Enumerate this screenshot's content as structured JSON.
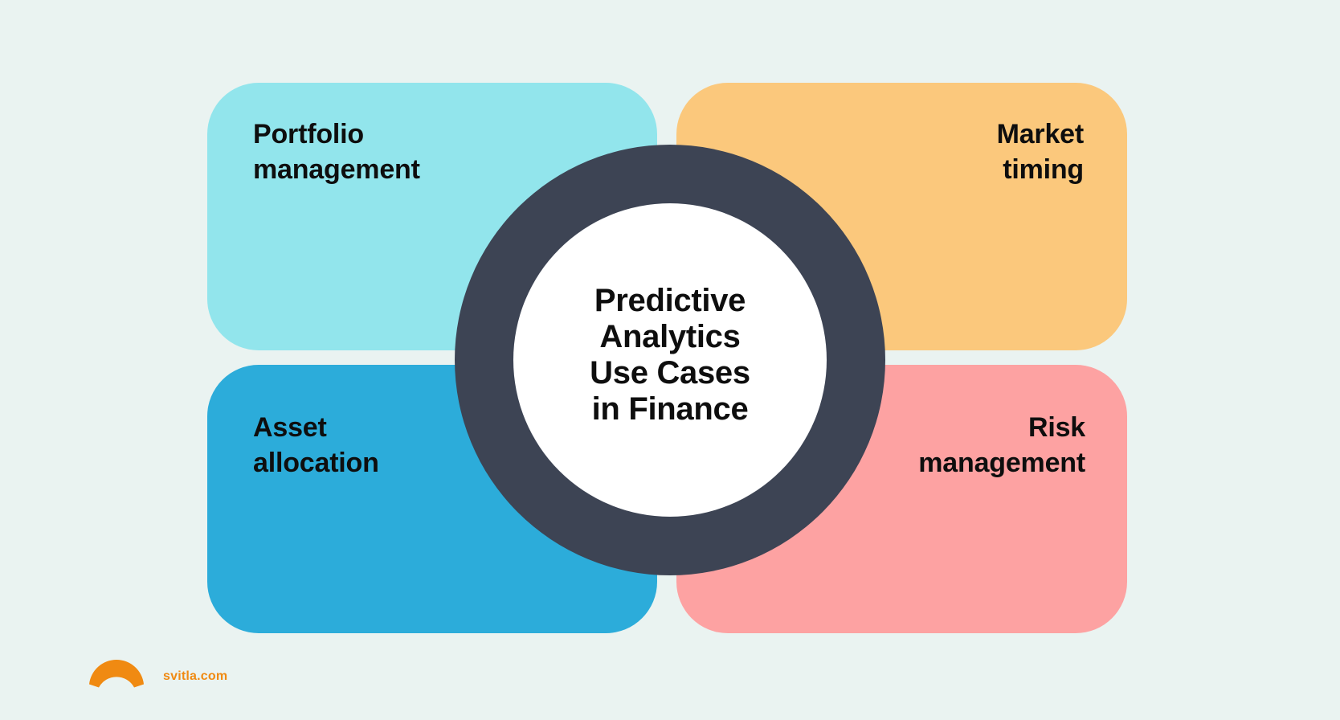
{
  "center": {
    "title": "Predictive\nAnalytics\nUse Cases\nin Finance"
  },
  "quadrants": [
    {
      "label": "Portfolio\nmanagement"
    },
    {
      "label": "Market\ntiming"
    },
    {
      "label": "Asset\nallocation"
    },
    {
      "label": "Risk\nmanagement"
    }
  ],
  "footer": {
    "logo_text": "svitla.com"
  },
  "colors": {
    "background": "#eaf3f1",
    "quadrant_top_left": "#92e5ec",
    "quadrant_top_right": "#fbc87c",
    "quadrant_bottom_left": "#2cacda",
    "quadrant_bottom_right": "#fda2a2",
    "ring": "#3d4454",
    "ring_inner": "#ffffff",
    "text": "#0e0e0e",
    "logo": "#f08a12"
  }
}
